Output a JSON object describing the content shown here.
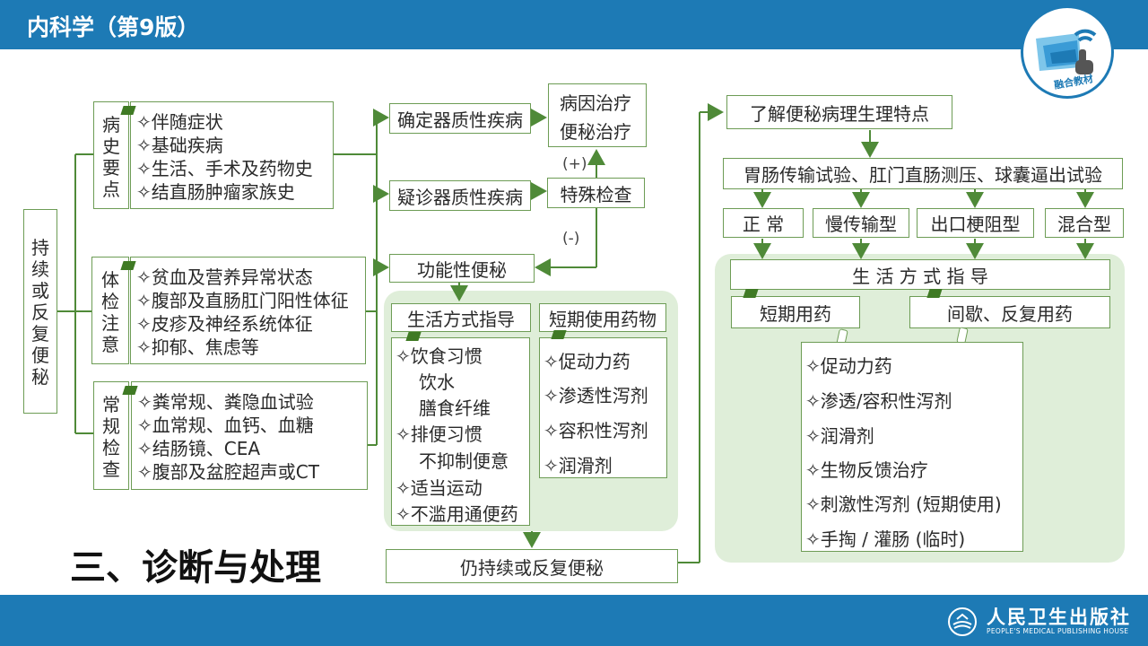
{
  "header": {
    "title": "内科学（第9版）",
    "logo_text": "融合教材"
  },
  "footer": {
    "publisher": "人民卫生出版社",
    "publisher_en": "PEOPLE'S MEDICAL PUBLISHING HOUSE"
  },
  "section_title": "三、诊断与处理",
  "start_node": "持续或反复便秘",
  "groups": {
    "history": {
      "label": "病史要点",
      "items": [
        "✧伴随症状",
        "✧基础疾病",
        "✧生活、手术及药物史",
        "✧结直肠肿瘤家族史"
      ]
    },
    "exam": {
      "label": "体检注意",
      "items": [
        "✧贫血及营养异常状态",
        "✧腹部及直肠肛门阳性体征",
        "✧皮疹及神经系统体征",
        "✧抑郁、焦虑等"
      ]
    },
    "routine": {
      "label": "常规检查",
      "items": [
        "✧粪常规、粪隐血试验",
        "✧血常规、血钙、血糖",
        "✧结肠镜、CEA",
        "✧腹部及盆腔超声或CT"
      ]
    }
  },
  "branches": {
    "organic_confirmed": "确定器质性疾病",
    "organic_suspected": "疑诊器质性疾病",
    "functional": "功能性便秘",
    "treatment": [
      "病因治疗",
      "便秘治疗"
    ],
    "special_exam": "特殊检查",
    "positive": "(+)",
    "negative": "(-)"
  },
  "functional_management": {
    "lifestyle": {
      "title": "生活方式指导",
      "items": [
        "✧饮食习惯",
        "饮水",
        "膳食纤维",
        "✧排便习惯",
        "不抑制便意",
        "✧适当运动",
        "✧不滥用通便药"
      ]
    },
    "short_term_drugs": {
      "title": "短期使用药物",
      "items": [
        "✧促动力药",
        "✧渗透性泻剂",
        "✧容积性泻剂",
        "✧润滑剂"
      ]
    }
  },
  "persistent": "仍持续或反复便秘",
  "right_flow": {
    "understand": "了解便秘病理生理特点",
    "tests": "胃肠传输试验、肛门直肠测压、球囊逼出试验",
    "types": [
      "正  常",
      "慢传输型",
      "出口梗阻型",
      "混合型"
    ],
    "lifestyle": "生 活 方 式 指 导",
    "short_term": "短期用药",
    "intermittent": "间歇、反复用药",
    "drugs": [
      "✧促动力药",
      "✧渗透/容积性泻剂",
      "✧润滑剂",
      "✧生物反馈治疗",
      "✧刺激性泻剂 (短期使用)",
      "✧手掏 / 灌肠 (临时)"
    ]
  },
  "colors": {
    "brand_blue": "#1d7ab5",
    "line_green": "#4f8a38",
    "panel_green": "#dfeed9"
  }
}
